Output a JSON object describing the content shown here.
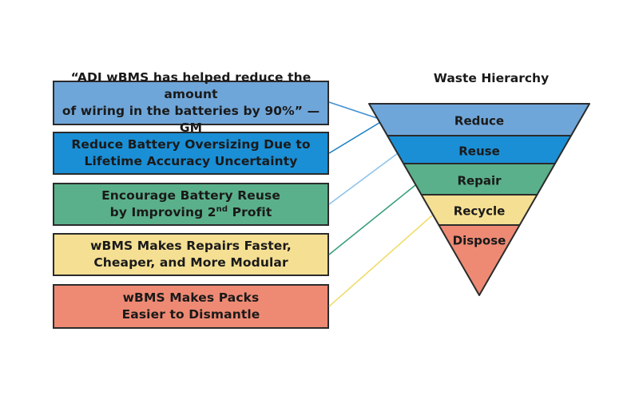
{
  "title": "Waste Hierarchy",
  "tiers": [
    {
      "label": "Reduce",
      "color": "#6fa6d9"
    },
    {
      "label": "Reuse",
      "color": "#1a8fd6"
    },
    {
      "label": "Repair",
      "color": "#5ab08a"
    },
    {
      "label": "Recycle",
      "color": "#f5df93"
    },
    {
      "label": "Dispose",
      "color": "#ee8a74"
    }
  ],
  "boxes": [
    {
      "line1": "“ADI wBMS has helped reduce the amount",
      "line2": "of wiring in the batteries by 90%” —GM",
      "color": "#6fa6d9"
    },
    {
      "line1": "Reduce Battery Oversizing Due to",
      "line2": "Lifetime Accuracy Uncertainty",
      "color": "#1a8fd6"
    },
    {
      "line1": "Encourage Battery Reuse",
      "line2_pre": "by Improving 2",
      "line2_sup": "nd",
      "line2_post": " Profit",
      "color": "#5ab08a"
    },
    {
      "line1": "wBMS Makes Repairs Faster,",
      "line2": "Cheaper, and More Modular",
      "color": "#f5df93"
    },
    {
      "line1": "wBMS Makes Packs",
      "line2": "Easier to Dismantle",
      "color": "#ee8a74"
    }
  ],
  "connector_colors": [
    "#3f8fd0",
    "#1a7fc4",
    "#8fc3ea",
    "#3aa07a",
    "#f0dc6a"
  ]
}
